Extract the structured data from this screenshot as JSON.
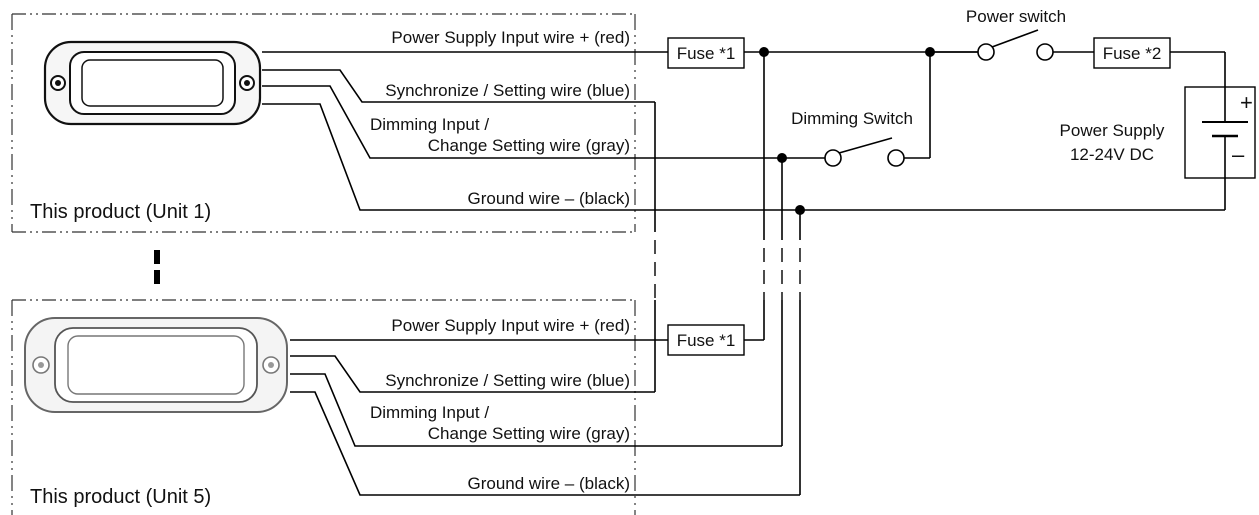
{
  "units": [
    {
      "product_label": "This product (Unit 1)",
      "wires": {
        "power": "Power Supply Input wire + (red)",
        "sync": "Synchronize / Setting wire (blue)",
        "dim_line1": "Dimming Input /",
        "dim_line2": "Change Setting wire (gray)",
        "ground": "Ground wire – (black)"
      },
      "fuse": "Fuse *1"
    },
    {
      "product_label": "This product (Unit 5)",
      "wires": {
        "power": "Power Supply Input wire + (red)",
        "sync": "Synchronize / Setting wire (blue)",
        "dim_line1": "Dimming Input /",
        "dim_line2": "Change Setting wire (gray)",
        "ground": "Ground wire – (black)"
      },
      "fuse": "Fuse *1"
    }
  ],
  "power_switch": "Power switch",
  "fuse2": "Fuse *2",
  "dimming_switch": "Dimming Switch",
  "power_supply": {
    "line1": "Power Supply",
    "line2": "12-24V DC",
    "plus": "+",
    "minus": "–"
  }
}
